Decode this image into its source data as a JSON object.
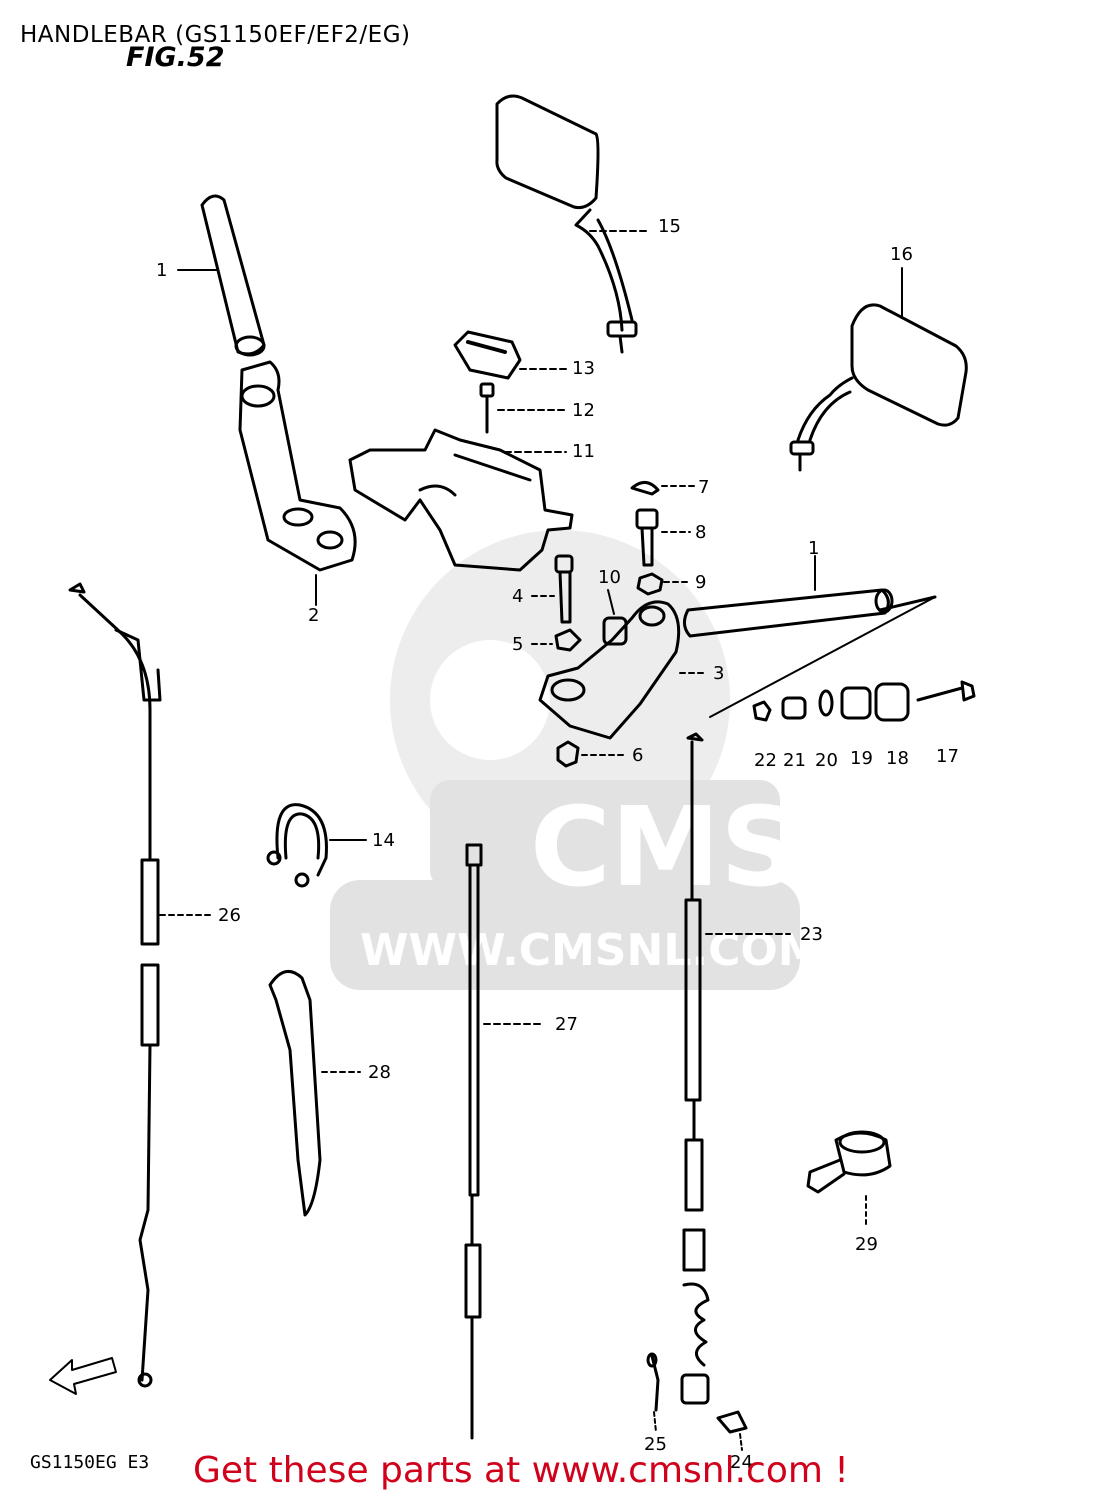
{
  "header": {
    "title": "HANDLEBAR (GS1150EF/EF2/EG)",
    "figure_label": "FIG.52"
  },
  "callouts": {
    "p1a": "1",
    "p1b": "1",
    "p2": "2",
    "p3": "3",
    "p4": "4",
    "p5": "5",
    "p6": "6",
    "p7": "7",
    "p8": "8",
    "p9": "9",
    "p10": "10",
    "p11": "11",
    "p12": "12",
    "p13": "13",
    "p14": "14",
    "p15": "15",
    "p16": "16",
    "p17": "17",
    "p18": "18",
    "p19": "19",
    "p20": "20",
    "p21": "21",
    "p22": "22",
    "p23": "23",
    "p24": "24",
    "p25": "25",
    "p26": "26",
    "p27": "27",
    "p28": "28",
    "p29": "29"
  },
  "watermark": {
    "brand": "CMS",
    "url": "WWW.CMSNL.COM"
  },
  "footer": {
    "code": "GS1150EG E3",
    "cta": "Get these parts at www.cmsnl.com !"
  },
  "colors": {
    "line": "#000000",
    "watermark": "#e4e4e4",
    "cta": "#d0021b"
  }
}
